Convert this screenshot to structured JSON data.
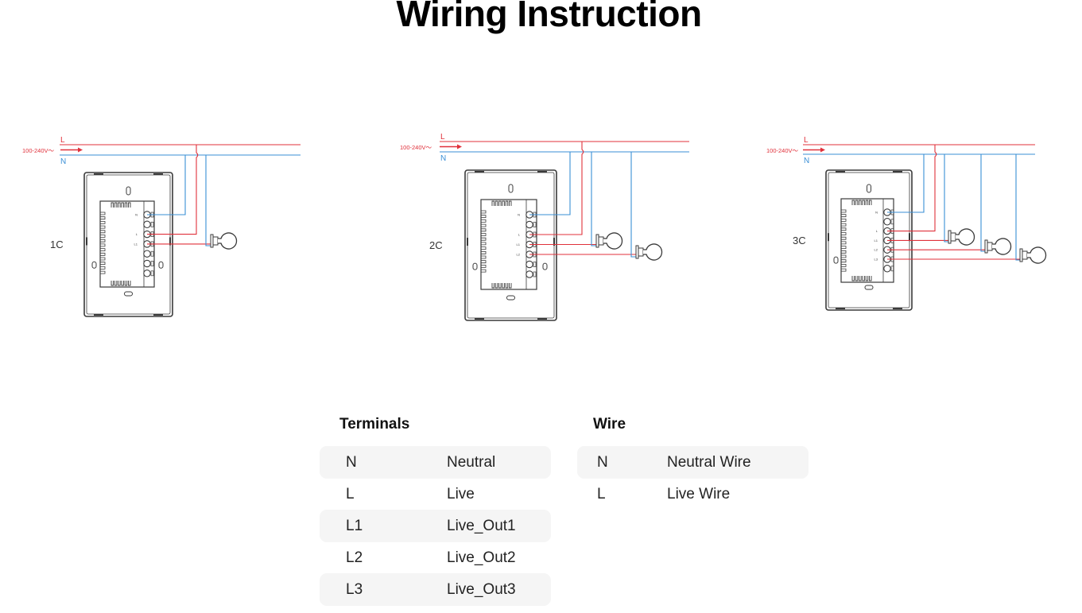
{
  "title": "Wiring Instruction",
  "colors": {
    "live": "#e0313b",
    "neutral": "#3a8fd6",
    "device_outline": "#3a3a3a",
    "row_shade": "#f5f5f5"
  },
  "diagrams": [
    {
      "id": "1c",
      "label": "1C",
      "supply_label": "100-240V～",
      "live_label": "L",
      "neutral_label": "N",
      "terminal_labels": [
        "N",
        "",
        "L",
        "L1",
        "",
        "",
        ""
      ],
      "outputs": [
        "L1"
      ],
      "bulbs": 1
    },
    {
      "id": "2c",
      "label": "2C",
      "supply_label": "100-240V～",
      "live_label": "L",
      "neutral_label": "N",
      "terminal_labels": [
        "N",
        "",
        "L",
        "L1",
        "L2",
        "",
        ""
      ],
      "outputs": [
        "L1",
        "L2"
      ],
      "bulbs": 2
    },
    {
      "id": "3c",
      "label": "3C",
      "supply_label": "100-240V～",
      "live_label": "L",
      "neutral_label": "N",
      "terminal_labels": [
        "N",
        "",
        "L",
        "L1",
        "L2",
        "L3",
        ""
      ],
      "outputs": [
        "L1",
        "L2",
        "L3"
      ],
      "bulbs": 3
    }
  ],
  "terminals": {
    "heading": "Terminals",
    "rows": [
      {
        "code": "N",
        "name": "Neutral"
      },
      {
        "code": "L",
        "name": "Live"
      },
      {
        "code": "L1",
        "name": "Live_Out1"
      },
      {
        "code": "L2",
        "name": "Live_Out2"
      },
      {
        "code": "L3",
        "name": "Live_Out3"
      }
    ]
  },
  "wire": {
    "heading": "Wire",
    "rows": [
      {
        "code": "N",
        "name": "Neutral Wire"
      },
      {
        "code": "L",
        "name": "Live Wire"
      }
    ]
  }
}
